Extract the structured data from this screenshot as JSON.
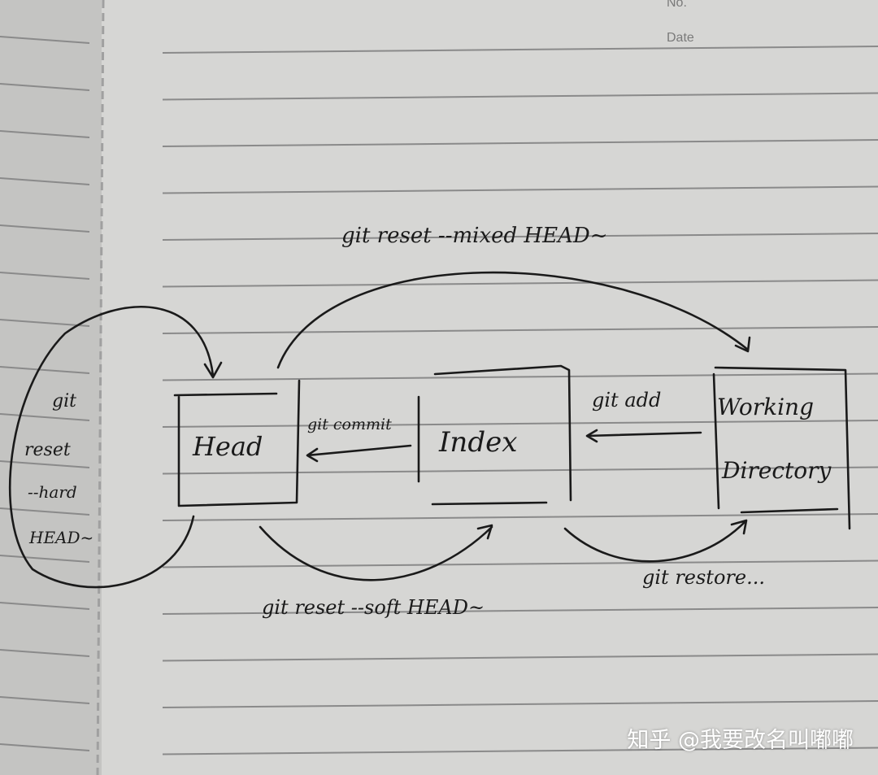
{
  "notebook_header": {
    "no_label": "No.",
    "date_label": "Date"
  },
  "nodes": {
    "head": "Head",
    "index": "Index",
    "working_directory_line1": "Working",
    "working_directory_line2": "Directory"
  },
  "edges": {
    "git_commit": "git commit",
    "git_add": "git add",
    "git_reset_mixed": "git reset --mixed HEAD~",
    "git_reset_soft": "git reset --soft HEAD~",
    "git_restore": "git restore...",
    "git_reset_hard": [
      "git",
      "reset",
      "--hard",
      "HEAD~"
    ]
  },
  "watermark": "知乎 @我要改名叫嘟嘟",
  "colors": {
    "paper": "#d4d4d2",
    "ink": "#1a1a1a",
    "rule": "#8a8a8a"
  }
}
